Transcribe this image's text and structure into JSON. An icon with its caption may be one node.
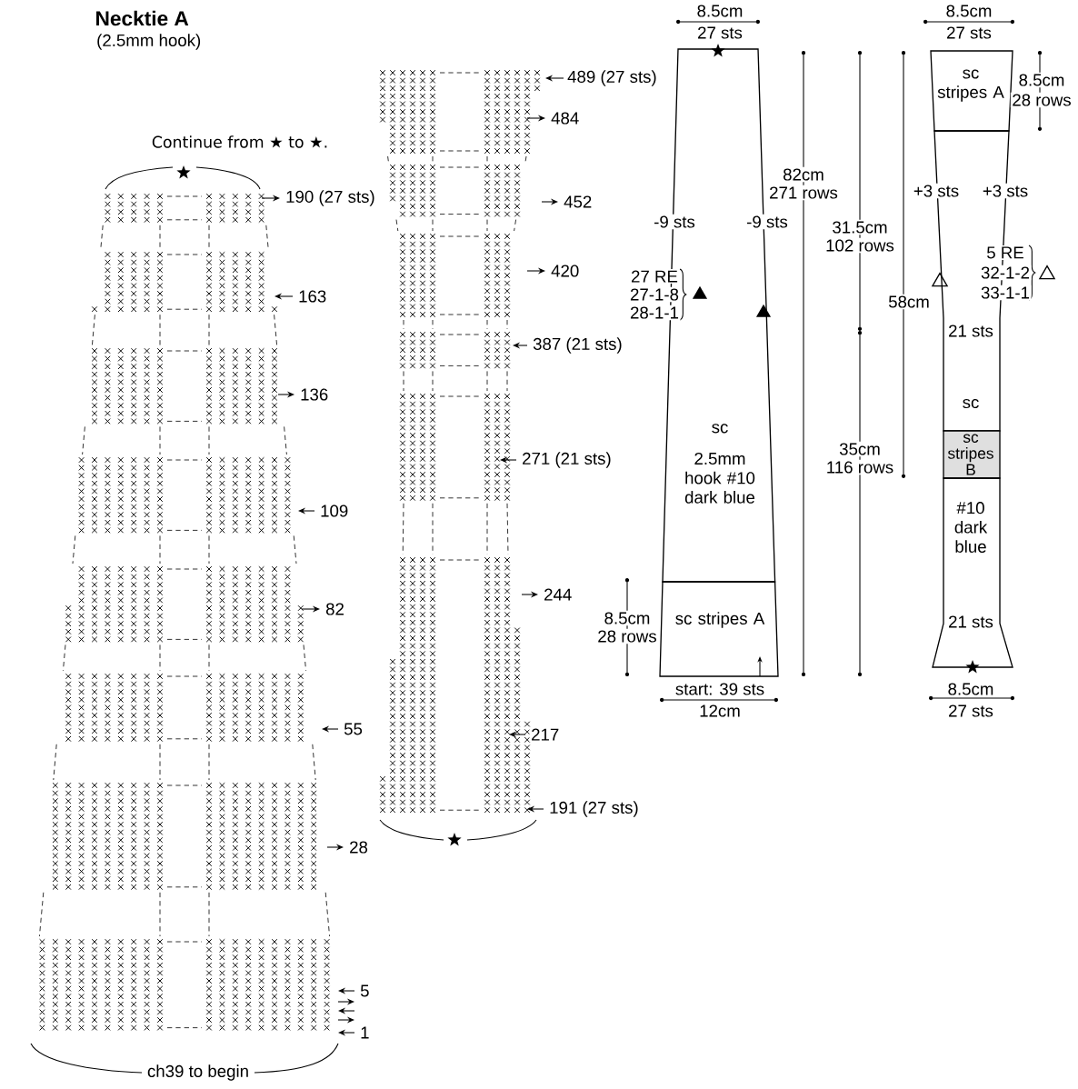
{
  "diagram": {
    "title": "Necktie A",
    "nodes": [
      {
        "text": [
          "sc",
          "2.5mm hook #10 dark blue"
        ]
      },
      {
        "text": [
          "sc stripes A"
        ]
      },
      {
        "text": [
          "sc stripes A"
        ]
      },
      {
        "text": [
          "sc"
        ]
      },
      {
        "text": [
          "sc stripes B"
        ]
      },
      {
        "text": [
          "#10 dark blue"
        ]
      }
    ],
    "labels": [
      "(2.5mm hook)",
      "Continue from ★ to ★.",
      "190 (27 sts)",
      "163",
      "136",
      "109",
      "82",
      "55",
      "28",
      "5",
      "1",
      "ch39 to begin",
      "489 (27 sts)",
      "484",
      "452",
      "420",
      "387 (21 sts)",
      "271 (21 sts)",
      "244",
      "217",
      "191 (27 sts)",
      "8.5cm",
      "27 sts",
      "-9 sts",
      "-9 sts",
      "82cm",
      "271 rows",
      "31.5cm",
      "102 rows",
      "27 RE",
      "27-1-8",
      "28-1-1",
      "35cm",
      "116 rows",
      "8.5cm",
      "28 rows",
      "start: 39 sts",
      "12cm",
      "8.5cm",
      "27 sts",
      "8.5cm",
      "28 rows",
      "+3 sts",
      "+3 sts",
      "5 RE",
      "32-1-2",
      "33-1-1",
      "58cm",
      "21 sts",
      "21 sts",
      "8.5cm",
      "27 sts"
    ]
  }
}
